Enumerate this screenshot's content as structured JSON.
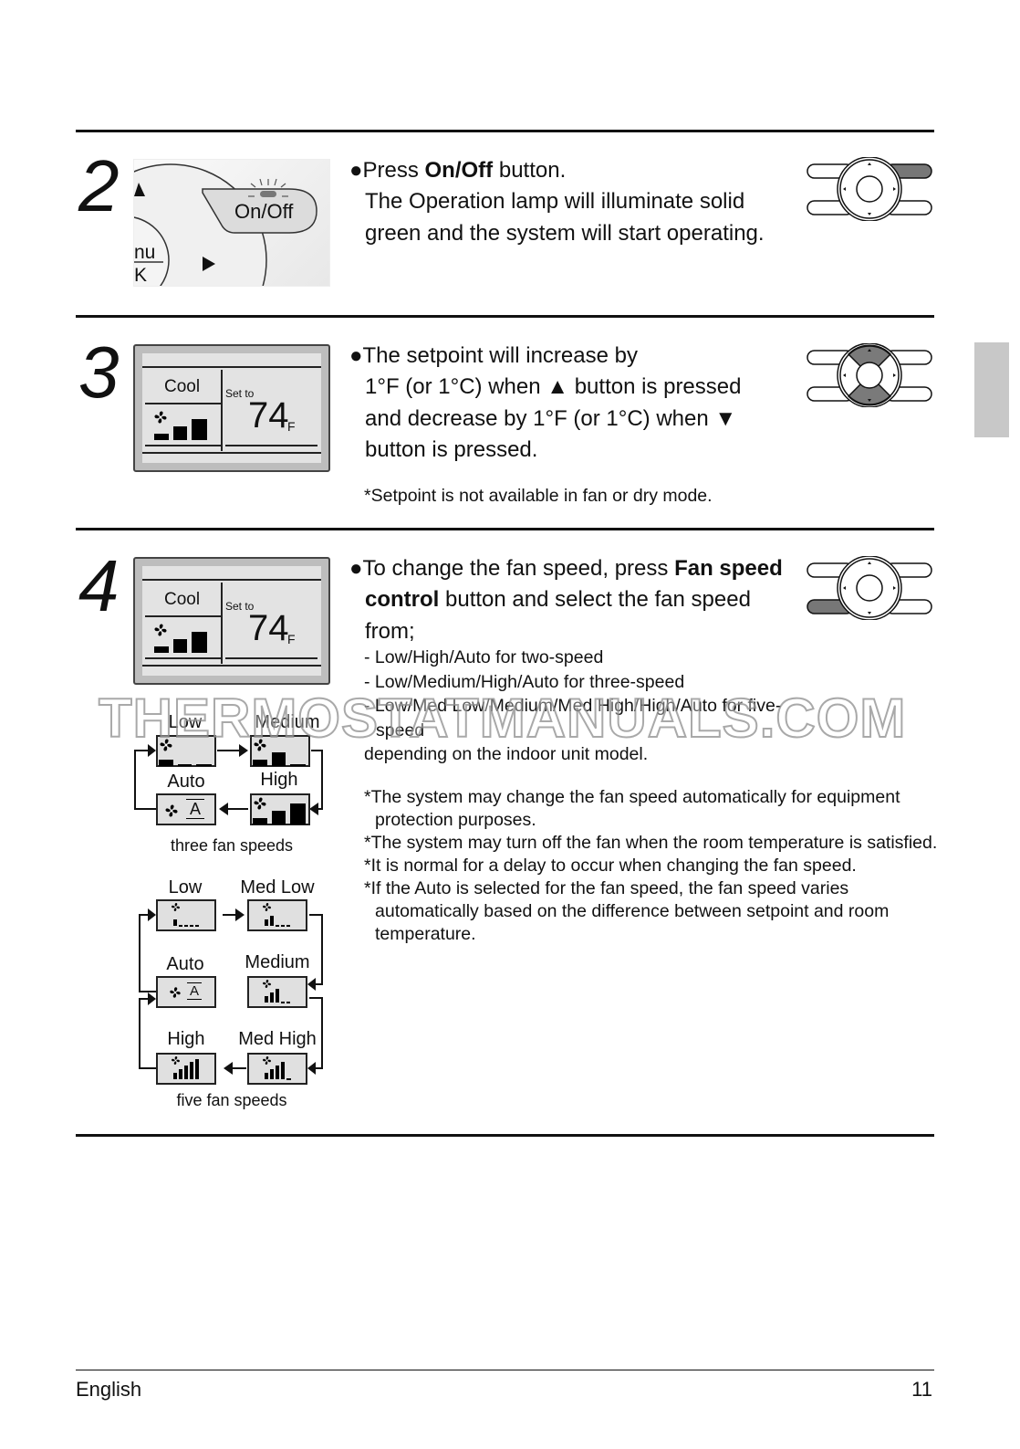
{
  "steps": [
    {
      "number": "2",
      "image": {
        "button_label": "On/Off",
        "partial_label_top": "nu",
        "partial_label_bottom": "K"
      },
      "bullet": "●",
      "lead": "Press ",
      "lead_bold": "On/Off",
      "lead_tail": " button.",
      "body": "The Operation lamp will illuminate solid green and the system will start operating."
    },
    {
      "number": "3",
      "display": {
        "mode": "Cool",
        "set_label": "Set to",
        "temp": "74",
        "unit": "F"
      },
      "bullet": "●",
      "line1": "The setpoint will increase by",
      "line2a": "1°F (or 1°C) when ",
      "up": "▲",
      "line2b": " button is pressed",
      "line3a": "and decrease by 1°F (or 1°C) when ",
      "down": "▼",
      "line4": "button is pressed.",
      "note": "Setpoint is not available in fan or dry mode."
    },
    {
      "number": "4",
      "display": {
        "mode": "Cool",
        "set_label": "Set to",
        "temp": "74",
        "unit": "F"
      },
      "bullet": "●",
      "lead": "To change the fan speed, press ",
      "lead_bold": "Fan speed control",
      "lead_tail": " button and select the fan speed from;",
      "options": [
        "- Low/High/Auto for two-speed",
        "- Low/Medium/High/Auto for three-speed",
        "- Low/Med Low/Medium/Med High/High/Auto for five-speed"
      ],
      "depending": "depending on the indoor unit model.",
      "notes": [
        "The system may change the fan speed automatically for equipment protection purposes.",
        "The system may turn off the fan when the room temperature is satisfied.",
        "It is normal for a delay to occur when changing the fan speed.",
        "If the Auto is selected for the fan speed, the fan speed varies automatically based on the difference between setpoint and room temperature."
      ],
      "three_speed": {
        "labels": [
          "Low",
          "Medium",
          "Auto",
          "High"
        ],
        "caption": "three fan speeds",
        "auto_letter": "A"
      },
      "five_speed": {
        "labels": [
          "Low",
          "Med Low",
          "Auto",
          "Medium",
          "High",
          "Med High"
        ],
        "caption": "five fan speeds",
        "auto_letter": "A"
      }
    }
  ],
  "note_marker": "*",
  "watermark": "THERMOSTATMANUALS.COM",
  "footer": {
    "language": "English",
    "page": "11"
  },
  "colors": {
    "tab": "#c8c8c8",
    "highlight": "#7a7a7a"
  }
}
